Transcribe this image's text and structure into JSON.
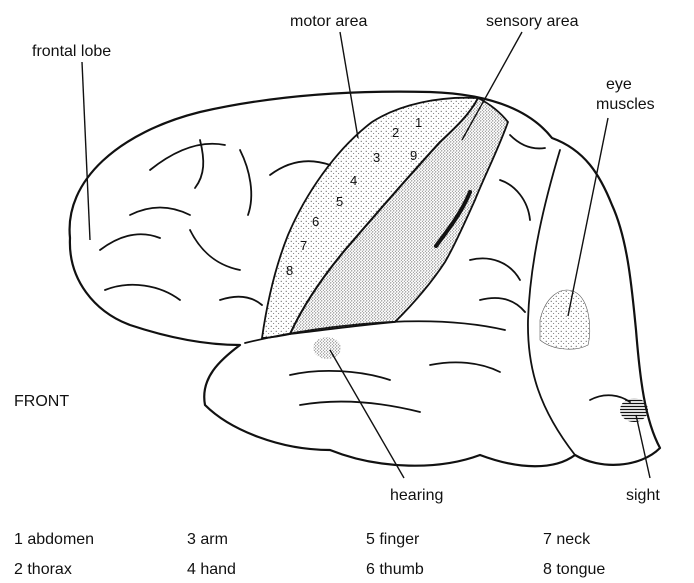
{
  "labels": {
    "frontal_lobe": "frontal lobe",
    "motor_area": "motor area",
    "sensory_area": "sensory area",
    "eye_muscles_line1": "eye",
    "eye_muscles_line2": "muscles",
    "front": "FRONT",
    "hearing": "hearing",
    "sight": "sight"
  },
  "motor_numbers": [
    "1",
    "2",
    "3",
    "4",
    "5",
    "6",
    "7",
    "8",
    "9"
  ],
  "legend": [
    {
      "number": "1",
      "part": "abdomen"
    },
    {
      "number": "2",
      "part": "thorax"
    },
    {
      "number": "3",
      "part": "arm"
    },
    {
      "number": "4",
      "part": "hand"
    },
    {
      "number": "5",
      "part": "finger"
    },
    {
      "number": "6",
      "part": "thumb"
    },
    {
      "number": "7",
      "part": "neck"
    },
    {
      "number": "8",
      "part": "tongue"
    }
  ],
  "colors": {
    "ink": "#111111",
    "stipple": "#444444",
    "background": "#ffffff"
  }
}
